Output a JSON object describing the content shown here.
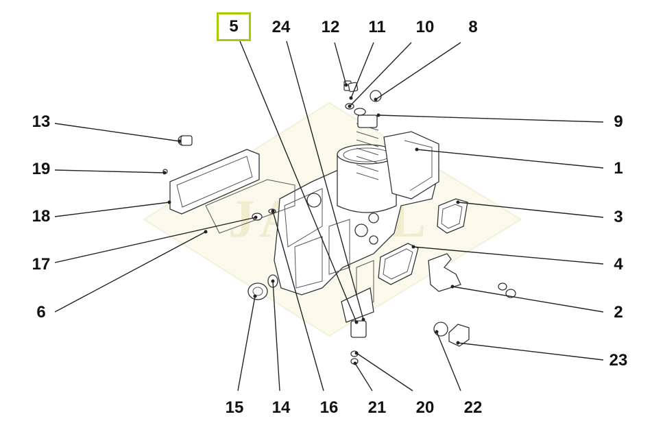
{
  "diagram": {
    "watermark": "JAROL",
    "highlight_color": "#a6cc00",
    "highlighted_label": "5",
    "callouts": [
      {
        "id": "5",
        "text": "5"
      },
      {
        "id": "24",
        "text": "24"
      },
      {
        "id": "12",
        "text": "12"
      },
      {
        "id": "11",
        "text": "11"
      },
      {
        "id": "10",
        "text": "10"
      },
      {
        "id": "8",
        "text": "8"
      },
      {
        "id": "13",
        "text": "13"
      },
      {
        "id": "9",
        "text": "9"
      },
      {
        "id": "19",
        "text": "19"
      },
      {
        "id": "1",
        "text": "1"
      },
      {
        "id": "18",
        "text": "18"
      },
      {
        "id": "3",
        "text": "3"
      },
      {
        "id": "17",
        "text": "17"
      },
      {
        "id": "4",
        "text": "4"
      },
      {
        "id": "6",
        "text": "6"
      },
      {
        "id": "2",
        "text": "2"
      },
      {
        "id": "23",
        "text": "23"
      },
      {
        "id": "15",
        "text": "15"
      },
      {
        "id": "14",
        "text": "14"
      },
      {
        "id": "16",
        "text": "16"
      },
      {
        "id": "21",
        "text": "21"
      },
      {
        "id": "20",
        "text": "20"
      },
      {
        "id": "22",
        "text": "22"
      }
    ]
  }
}
